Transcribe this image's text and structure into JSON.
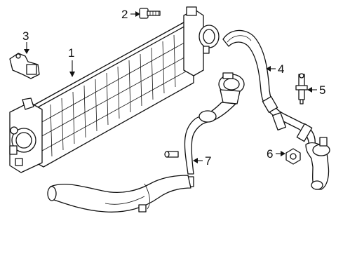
{
  "diagram": {
    "callouts": [
      {
        "id": "callout-1",
        "number": "1"
      },
      {
        "id": "callout-2",
        "number": "2"
      },
      {
        "id": "callout-3",
        "number": "3"
      },
      {
        "id": "callout-4",
        "number": "4"
      },
      {
        "id": "callout-5",
        "number": "5"
      },
      {
        "id": "callout-6",
        "number": "6"
      },
      {
        "id": "callout-7",
        "number": "7"
      }
    ]
  }
}
